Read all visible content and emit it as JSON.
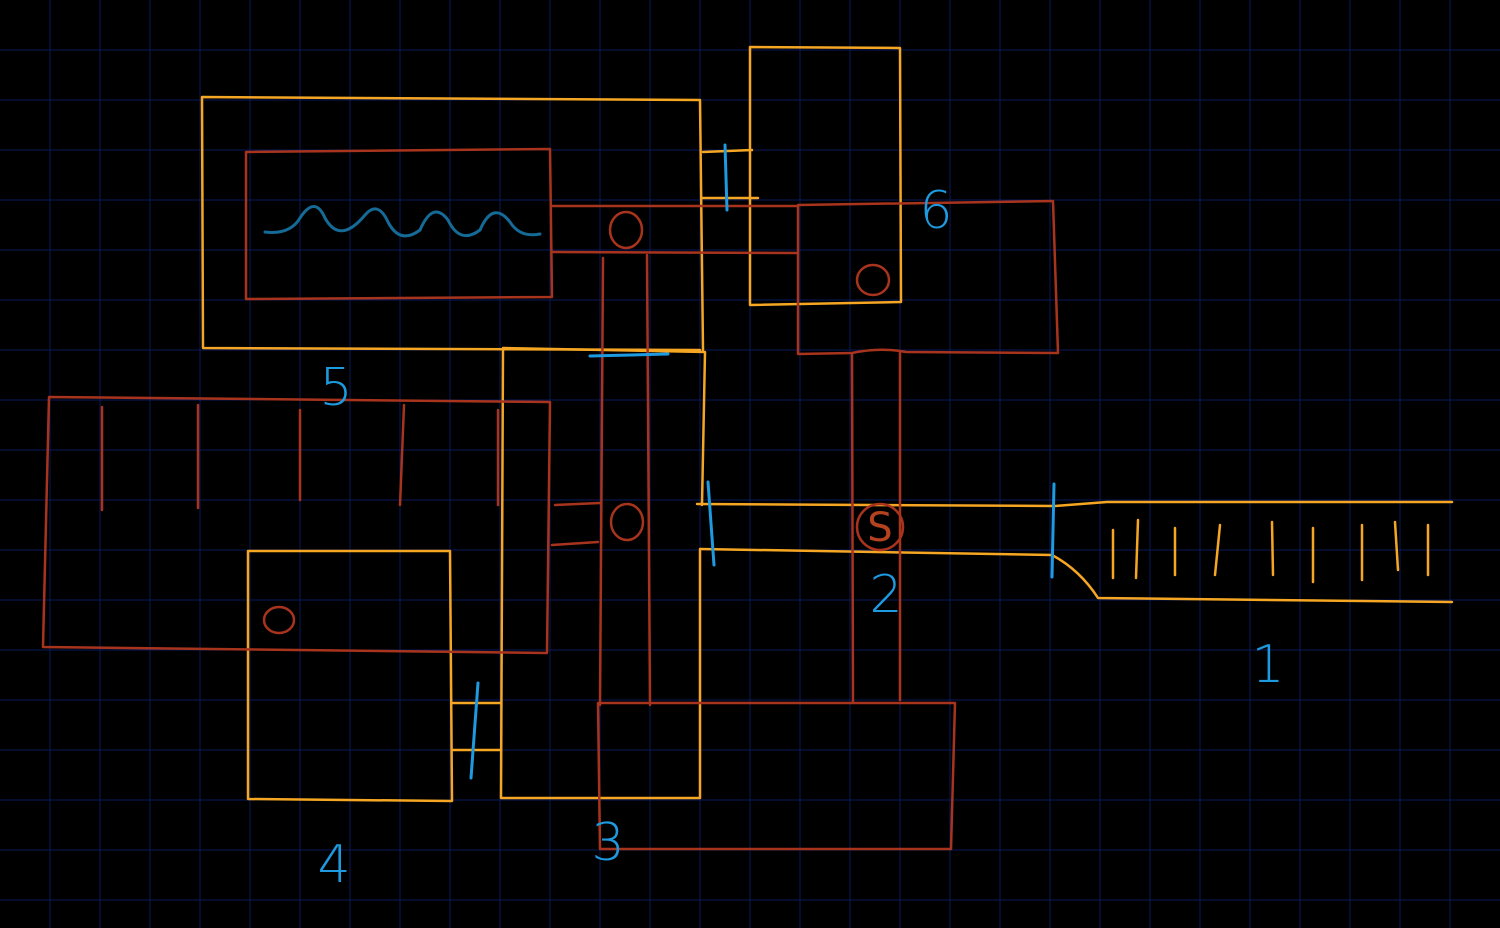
{
  "map": {
    "colors": {
      "background": "#000000",
      "grid": "#0a1a5c",
      "walls_upper": "#f5a623",
      "walls_lower": "#a8341d",
      "labels_and_doors": "#1e9be0",
      "water": "#156a96"
    },
    "grid_spacing": 50,
    "room_labels": [
      {
        "id": "1",
        "text": "1"
      },
      {
        "id": "2",
        "text": "2"
      },
      {
        "id": "3",
        "text": "3"
      },
      {
        "id": "4",
        "text": "4"
      },
      {
        "id": "5",
        "text": "5"
      },
      {
        "id": "6",
        "text": "6"
      }
    ],
    "start_marker": {
      "text": "S"
    },
    "icons": [
      "ladder-hole-icon",
      "door-icon",
      "stairs-icon",
      "water-icon",
      "start-marker-icon"
    ]
  }
}
